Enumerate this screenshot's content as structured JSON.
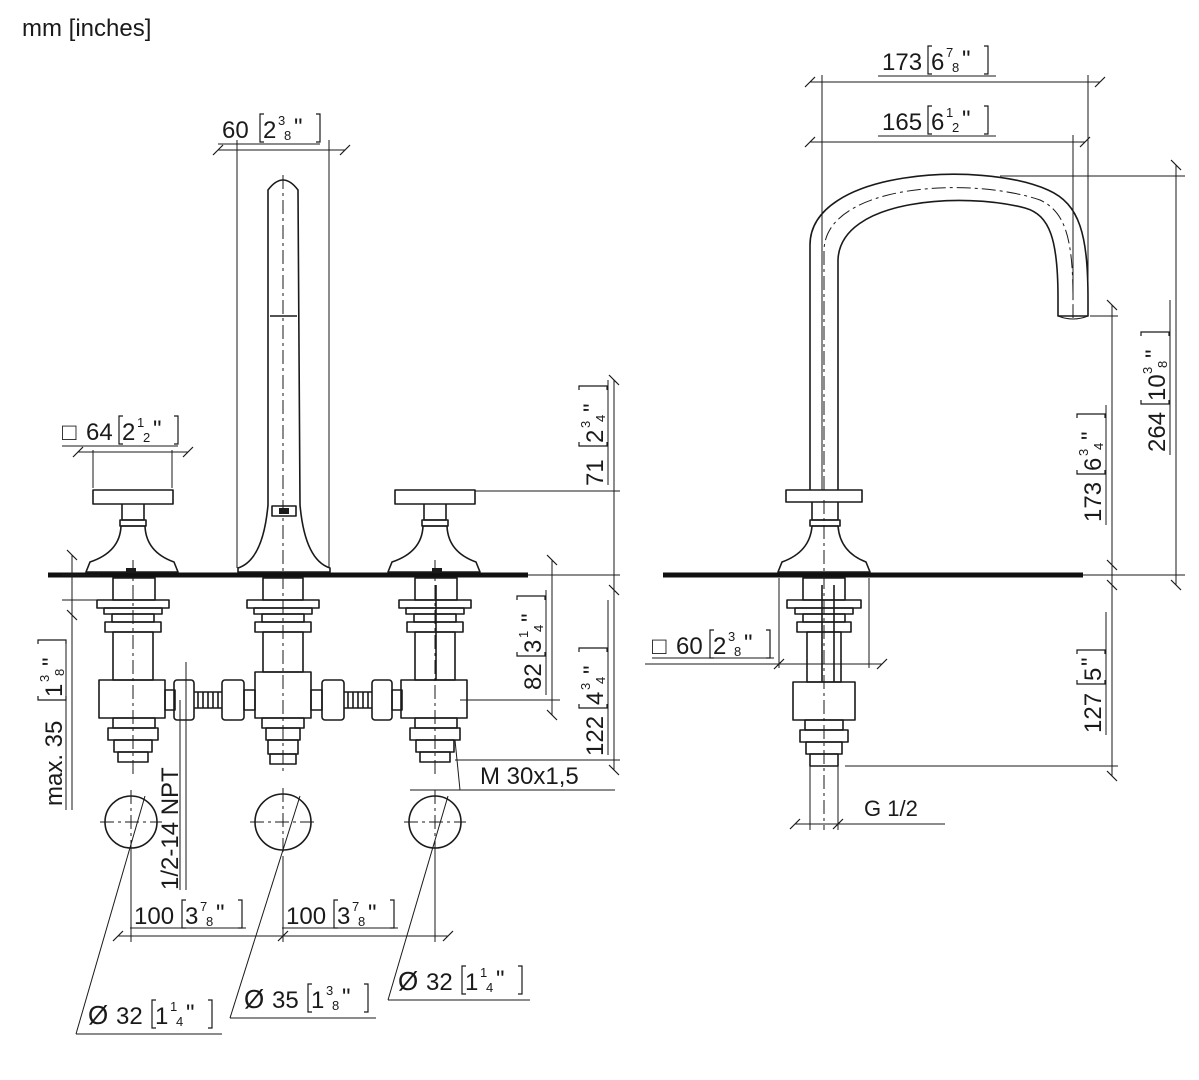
{
  "units_label": "mm [inches]",
  "dimensions": {
    "spout_width": {
      "mm": "60",
      "inch_whole": "2",
      "inch_num": "3",
      "inch_den": "8"
    },
    "handle_square": {
      "symbol": "□",
      "mm": "64",
      "inch_whole": "2",
      "inch_num": "1",
      "inch_den": "2"
    },
    "handle_height": {
      "mm": "71",
      "inch_whole": "2",
      "inch_num": "3",
      "inch_den": "4"
    },
    "valve_depth": {
      "mm": "82",
      "inch_whole": "3",
      "inch_num": "1",
      "inch_den": "4"
    },
    "connection_depth": {
      "mm": "122",
      "inch_whole": "4",
      "inch_num": "3",
      "inch_den": "4"
    },
    "max_deck_thickness": {
      "mm": "max. 35",
      "inch_whole": "1",
      "inch_num": "3",
      "inch_den": "8"
    },
    "thread_npt": {
      "label": "1/2-14 NPT"
    },
    "thread_metric": {
      "label": "M 30x1,5"
    },
    "spacing_left": {
      "mm": "100",
      "inch_whole": "3",
      "inch_num": "7",
      "inch_den": "8"
    },
    "spacing_right": {
      "mm": "100",
      "inch_whole": "3",
      "inch_num": "7",
      "inch_den": "8"
    },
    "hole_left": {
      "symbol": "Ø",
      "mm": "32",
      "inch_whole": "1",
      "inch_num": "1",
      "inch_den": "4"
    },
    "hole_center": {
      "symbol": "Ø",
      "mm": "35",
      "inch_whole": "1",
      "inch_num": "3",
      "inch_den": "8"
    },
    "hole_right": {
      "symbol": "Ø",
      "mm": "32",
      "inch_whole": "1",
      "inch_num": "1",
      "inch_den": "4"
    },
    "spout_reach_total": {
      "mm": "173",
      "inch_whole": "6",
      "inch_num": "7",
      "inch_den": "8"
    },
    "spout_reach": {
      "mm": "165",
      "inch_whole": "6",
      "inch_num": "1",
      "inch_den": "2"
    },
    "spout_total_height": {
      "mm": "264",
      "inch_whole": "10",
      "inch_num": "3",
      "inch_den": "8"
    },
    "spout_outlet_height": {
      "mm": "173",
      "inch_whole": "6",
      "inch_num": "3",
      "inch_den": "4"
    },
    "side_square": {
      "symbol": "□",
      "mm": "60",
      "inch_whole": "2",
      "inch_num": "3",
      "inch_den": "8"
    },
    "side_depth": {
      "mm": "127",
      "inch_whole": "5",
      "inch_num": "",
      "inch_den": ""
    },
    "side_thread": {
      "label": "G 1/2"
    }
  }
}
